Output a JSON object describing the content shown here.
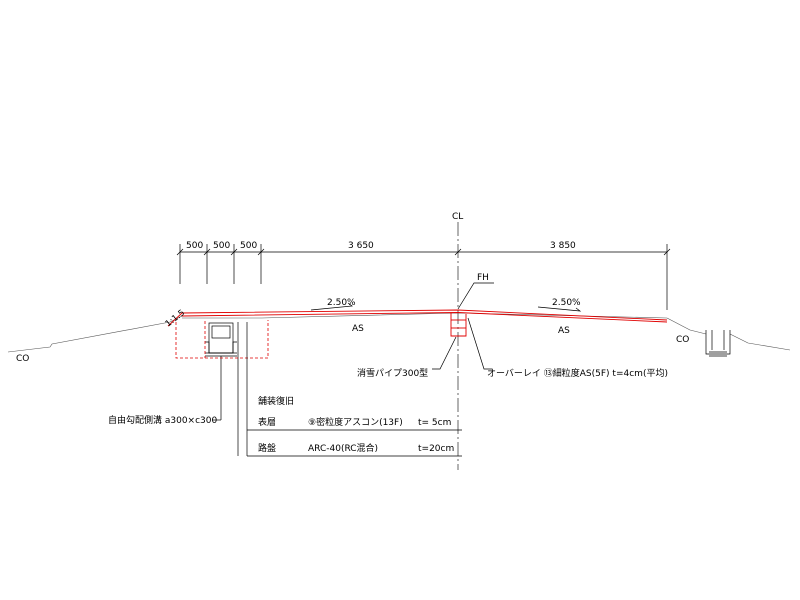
{
  "labels": {
    "cl": "CL",
    "fh": "FH",
    "co_left": "CO",
    "co_right": "CO",
    "slope": "1:1.5",
    "grade_left": "2.50%",
    "grade_right": "2.50%",
    "as_left": "AS",
    "as_right": "AS"
  },
  "dimensions": {
    "d1": "500",
    "d2": "500",
    "d3": "500",
    "d4": "3 650",
    "d5": "3 850"
  },
  "callouts": {
    "pipe": "消雪パイプ300型",
    "overlay": "オーバーレイ ⑬細粒度AS(5F) t=4cm(平均)",
    "ditch": "自由勾配側溝 a300×c300"
  },
  "pavement_table": {
    "title": "舗装復旧",
    "rows": [
      {
        "layer": "表層",
        "material": "⑨密粒度アスコン(13F)",
        "thickness": "t= 5cm"
      },
      {
        "layer": "路盤",
        "material": "ARC-40(RC混合)",
        "thickness": "t=20cm"
      }
    ]
  },
  "colors": {
    "linework": "#000000",
    "redline": "#e00000",
    "ground": "#555555"
  }
}
